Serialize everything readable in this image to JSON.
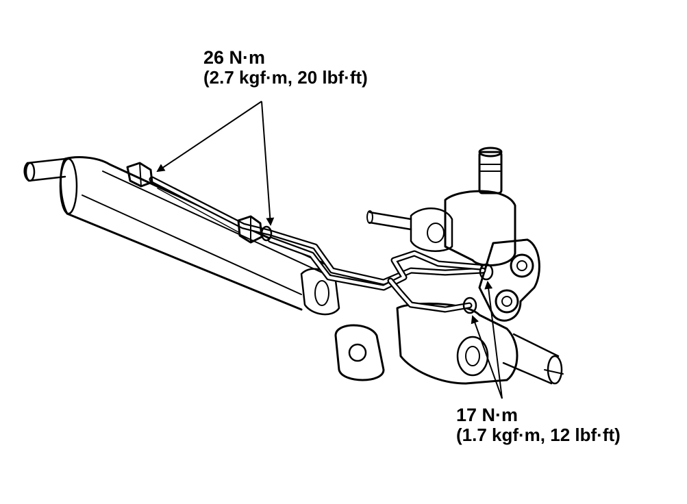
{
  "callouts": {
    "upper": {
      "torque": "26 N·m",
      "conversion": "(2.7 kgf·m, 20 lbf·ft)"
    },
    "lower": {
      "torque": "17 N·m",
      "conversion": "(1.7 kgf·m, 12 lbf·ft)"
    }
  },
  "colors": {
    "ink": "#000000",
    "paper": "#ffffff"
  }
}
